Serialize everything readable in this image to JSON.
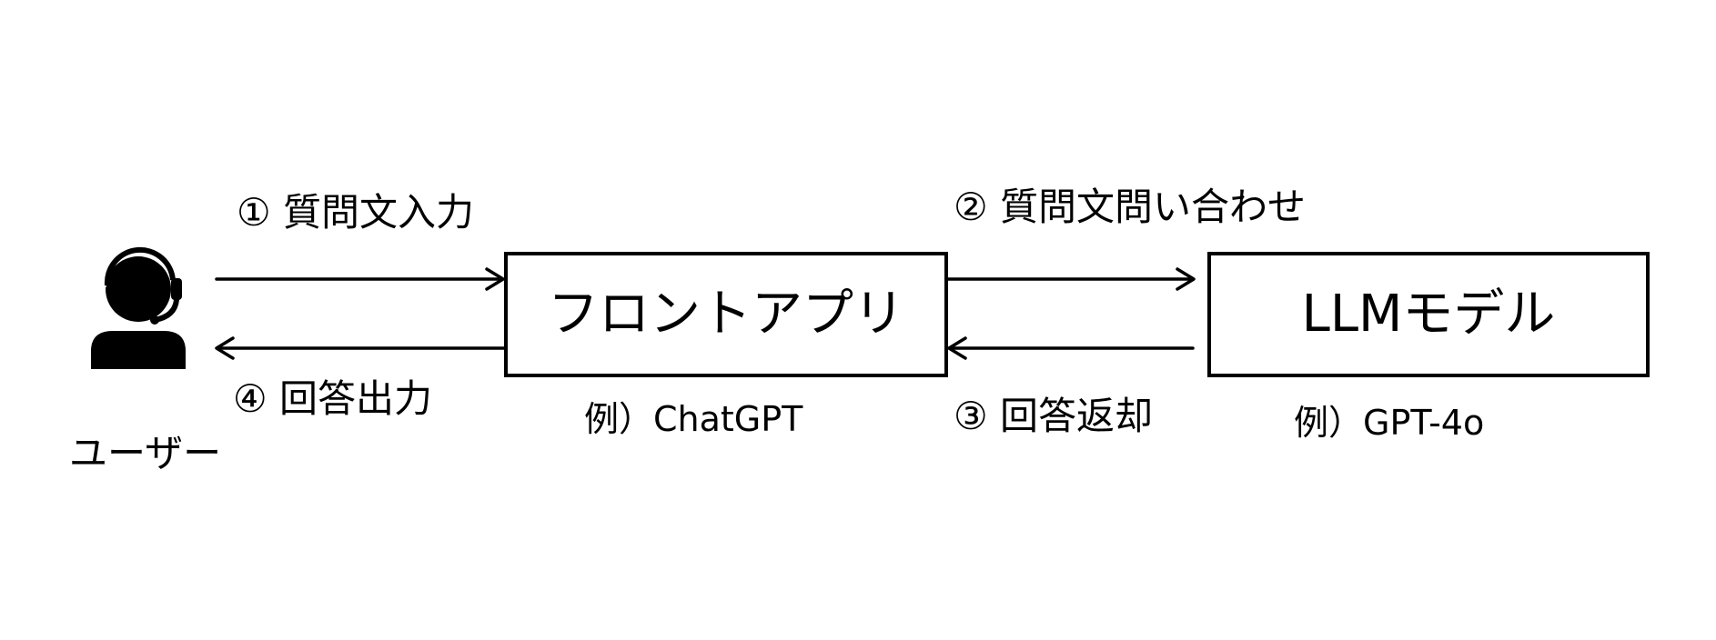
{
  "user": {
    "label": "ユーザー",
    "icon": "user-headset-icon"
  },
  "nodes": {
    "front_app": {
      "label": "フロントアプリ",
      "example": "例）ChatGPT"
    },
    "llm_model": {
      "label": "LLMモデル",
      "example": "例）GPT-4o"
    }
  },
  "steps": {
    "step1": "① 質問文入力",
    "step2": "② 質問文問い合わせ",
    "step3": "③ 回答返却",
    "step4": "④ 回答出力"
  },
  "colors": {
    "line": "#000000",
    "background": "#ffffff"
  }
}
